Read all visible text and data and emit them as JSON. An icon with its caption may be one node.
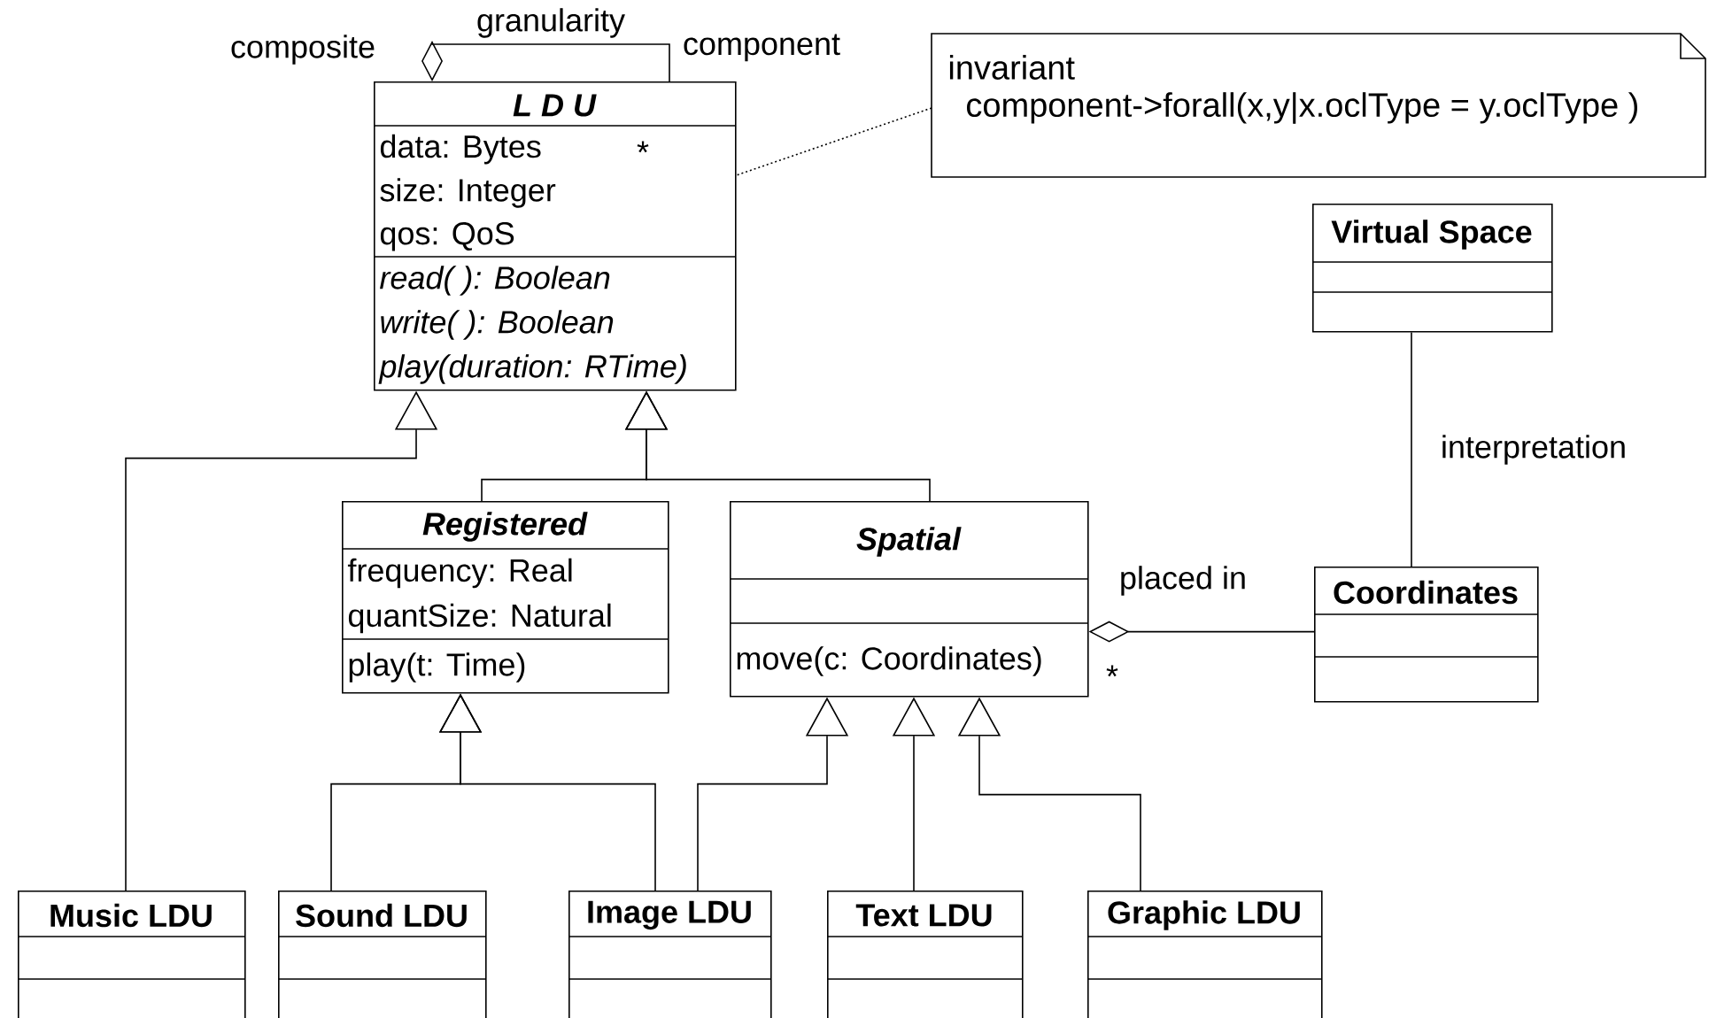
{
  "diagram": {
    "nodes": [
      {
        "text": [
          "L D U",
          "data: Bytes",
          "size: Integer",
          "qos: QoS",
          "read( ): Boolean",
          "write( ): Boolean",
          "play(duration: RTime)"
        ]
      },
      {
        "text": [
          "invariant",
          "component->forall(x,y|x.oclType = y.oclType )"
        ]
      },
      {
        "text": [
          "Virtual Space"
        ]
      },
      {
        "text": [
          "Registered",
          "frequency: Real",
          "quantSize: Natural",
          "play(t: Time)"
        ]
      },
      {
        "text": [
          "Spatial",
          "move(c: Coordinates)"
        ]
      },
      {
        "text": [
          "Coordinates"
        ]
      },
      {
        "text": [
          "Music LDU"
        ]
      },
      {
        "text": [
          "Sound LDU"
        ]
      },
      {
        "text": [
          "Image LDU"
        ]
      },
      {
        "text": [
          "Text LDU"
        ]
      },
      {
        "text": [
          "Graphic LDU"
        ]
      }
    ],
    "edges": [
      {
        "from": 0,
        "to": 0,
        "arrow": "other",
        "label": "granularity"
      },
      {
        "from": 1,
        "to": 0,
        "arrow": "none",
        "style": "dashed"
      },
      {
        "from": 3,
        "to": 0,
        "arrow": "to"
      },
      {
        "from": 4,
        "to": 0,
        "arrow": "to"
      },
      {
        "from": 6,
        "to": 0,
        "arrow": "to"
      },
      {
        "from": 7,
        "to": 3,
        "arrow": "to"
      },
      {
        "from": 8,
        "to": 3,
        "arrow": "to"
      },
      {
        "from": 8,
        "to": 4,
        "arrow": "to"
      },
      {
        "from": 9,
        "to": 4,
        "arrow": "to"
      },
      {
        "from": 10,
        "to": 4,
        "arrow": "to"
      },
      {
        "from": 4,
        "to": 5,
        "arrow": "other",
        "label": "placed in"
      },
      {
        "from": 2,
        "to": 5,
        "arrow": "none",
        "label": "interpretation"
      }
    ],
    "labels": [
      "composite",
      "component",
      "*",
      "*"
    ]
  }
}
